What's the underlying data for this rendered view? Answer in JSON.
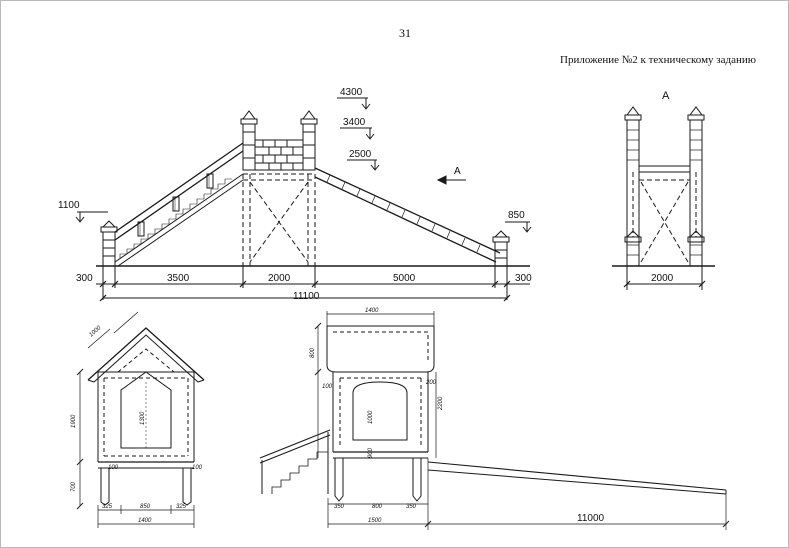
{
  "page_number": "31",
  "appendix_title": "Приложение №2 к техническому заданию",
  "view_label": "А",
  "section_arrow_label": "А",
  "elevation": {
    "levels": [
      "4300",
      "3400",
      "2500",
      "1100",
      "850"
    ],
    "bottom_dims": [
      "300",
      "3500",
      "2000",
      "5000",
      "300"
    ],
    "total": "11100"
  },
  "view_a": {
    "width": "2000"
  },
  "front_view": {
    "top": "1000",
    "height_upper": "1900",
    "height_inner": "1300",
    "height_lower": "700",
    "side_small_left": "100",
    "side_small_right": "100",
    "bottom_dims": [
      "325",
      "850",
      "325"
    ],
    "total": "1400"
  },
  "side_view": {
    "top": "1400",
    "left_upper": "800",
    "right_upper": "200",
    "right_mid": "2200",
    "inner": "1000",
    "lower": "900",
    "small": "100",
    "bottom_dims": [
      "350",
      "800",
      "350"
    ],
    "total": "1500",
    "ramp_length": "11000"
  }
}
